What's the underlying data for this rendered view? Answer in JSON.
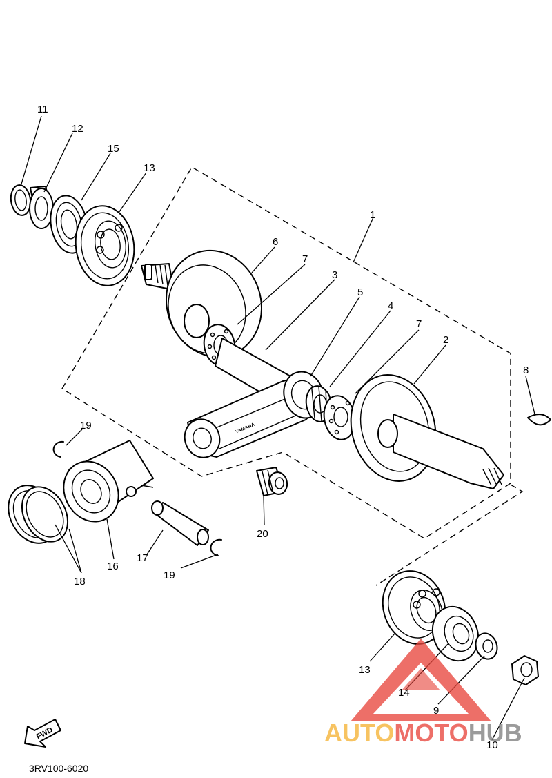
{
  "diagram": {
    "drawing_code": "3RV100-6020",
    "direction_badge": "FWD",
    "rod_stamp": "YAMAHA",
    "callouts": {
      "c1": "1",
      "c2": "2",
      "c3": "3",
      "c4": "4",
      "c5": "5",
      "c6": "6",
      "c7a": "7",
      "c7b": "7",
      "c8": "8",
      "c9": "9",
      "c10": "10",
      "c11": "11",
      "c12": "12",
      "c13a": "13",
      "c13b": "13",
      "c14": "14",
      "c15": "15",
      "c16": "16",
      "c17": "17",
      "c18": "18",
      "c19a": "19",
      "c19b": "19",
      "c20": "20"
    }
  },
  "watermark": {
    "part1": "AUTO",
    "part2": "MOTO",
    "part3": "HUB",
    "colors": {
      "orange": "#f5b335",
      "red": "#e8473e",
      "gray": "#808080"
    }
  }
}
